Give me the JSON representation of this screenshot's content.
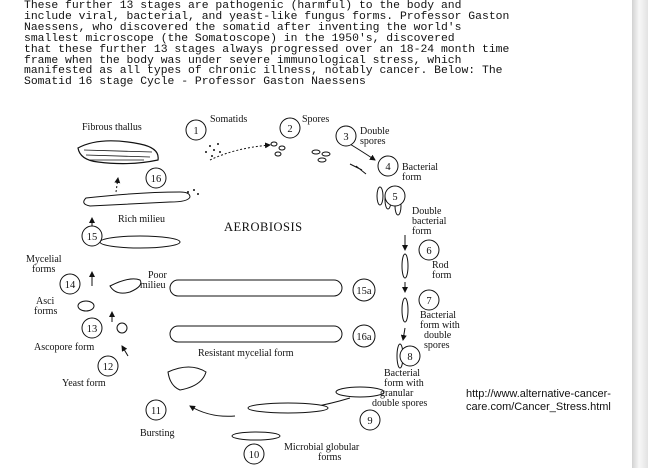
{
  "intro_lines": [
    "These further 13 stages are pathogenic (harmful) to the body and",
    "include viral, bacterial, and yeast-like fungus forms. Professor Gaston",
    "Naessens, who discovered the somatid after inventing the world's",
    "smallest microscope (the Somatoscope) in the 1950's, discovered",
    "that these further 13 stages always progressed over an 18-24 month time",
    "frame when the body was under severe immunological stress, which",
    "manifested as all types of chronic illness, notably cancer. Below: The",
    "Somatid 16 stage Cycle - Professor Gaston Naessens"
  ],
  "diagram": {
    "center_label": "AEROBIOSIS",
    "stages": [
      {
        "num": "1",
        "label": "Somatids"
      },
      {
        "num": "2",
        "label": "Spores"
      },
      {
        "num": "3",
        "label_lines": [
          "Double",
          "spores"
        ]
      },
      {
        "num": "4",
        "label_lines": [
          "Bacterial",
          "form"
        ]
      },
      {
        "num": "5",
        "label_lines": [
          "Double",
          "bacterial",
          "form"
        ]
      },
      {
        "num": "6",
        "label_lines": [
          "Rod",
          "form"
        ]
      },
      {
        "num": "7",
        "label_lines": [
          "Bacterial",
          "form with",
          "double",
          "spores"
        ]
      },
      {
        "num": "8",
        "label_lines": [
          "Bacterial",
          "form with",
          "granular",
          "double spores"
        ]
      },
      {
        "num": "9"
      },
      {
        "num": "10",
        "label_lines": [
          "Microbial globular",
          "forms"
        ]
      },
      {
        "num": "11",
        "label": "Bursting"
      },
      {
        "num": "12",
        "label": "Yeast form"
      },
      {
        "num": "13",
        "label": "Ascopore form"
      },
      {
        "num": "14",
        "label_lines": [
          "Asci",
          "forms"
        ]
      },
      {
        "num": "15",
        "label_lines": [
          "Mycelial",
          "forms"
        ]
      },
      {
        "num": "16"
      },
      {
        "num": "15a"
      },
      {
        "num": "16a",
        "label": "Resistant mycelial form"
      }
    ],
    "fibrous_thallus": "Fibrous thallus",
    "rich_milieu": "Rich milieu",
    "poor_milieu_lines": [
      "Poor",
      "milieu"
    ]
  },
  "caption_url_lines": [
    "http://www.alternative-cancer-",
    "care.com/Cancer_Stress.html"
  ]
}
